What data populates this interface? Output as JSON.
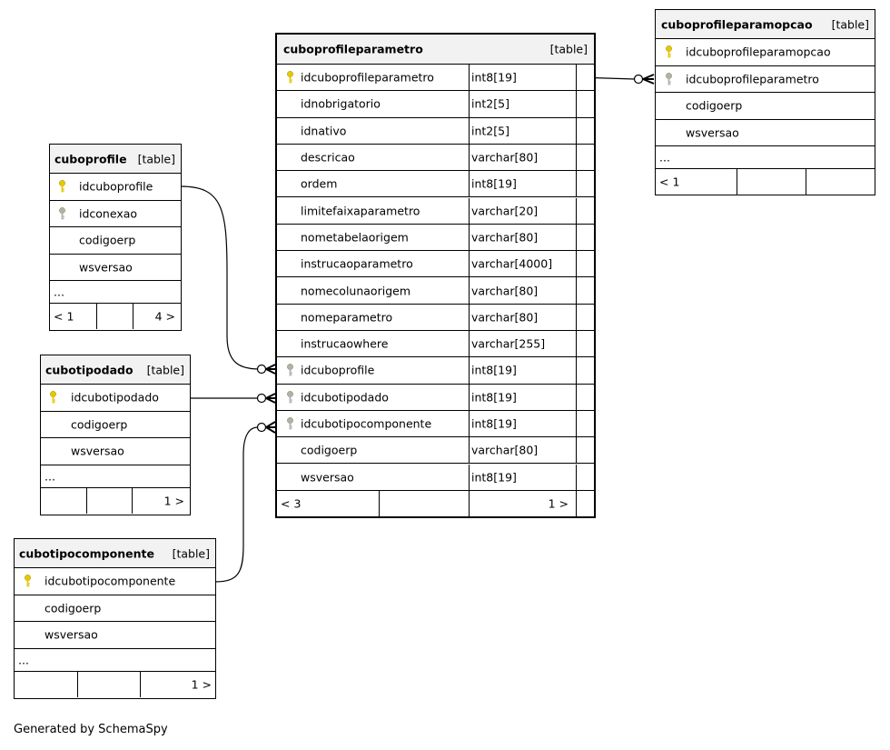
{
  "tables": {
    "main": {
      "name": "cuboprofileparametro",
      "tag": "[table]",
      "columns": [
        {
          "name": "idcuboprofileparametro",
          "type": "int8[19]",
          "key": "primary"
        },
        {
          "name": "idnobrigatorio",
          "type": "int2[5]",
          "key": "none"
        },
        {
          "name": "idnativo",
          "type": "int2[5]",
          "key": "none"
        },
        {
          "name": "descricao",
          "type": "varchar[80]",
          "key": "none"
        },
        {
          "name": "ordem",
          "type": "int8[19]",
          "key": "none"
        },
        {
          "name": "limitefaixaparametro",
          "type": "varchar[20]",
          "key": "none"
        },
        {
          "name": "nometabelaorigem",
          "type": "varchar[80]",
          "key": "none"
        },
        {
          "name": "instrucaoparametro",
          "type": "varchar[4000]",
          "key": "none"
        },
        {
          "name": "nomecolunaorigem",
          "type": "varchar[80]",
          "key": "none"
        },
        {
          "name": "nomeparametro",
          "type": "varchar[80]",
          "key": "none"
        },
        {
          "name": "instrucaowhere",
          "type": "varchar[255]",
          "key": "none"
        },
        {
          "name": "idcuboprofile",
          "type": "int8[19]",
          "key": "foreign"
        },
        {
          "name": "idcubotipodado",
          "type": "int8[19]",
          "key": "foreign"
        },
        {
          "name": "idcubotipocomponente",
          "type": "int8[19]",
          "key": "foreign"
        },
        {
          "name": "codigoerp",
          "type": "varchar[80]",
          "key": "none"
        },
        {
          "name": "wsversao",
          "type": "int8[19]",
          "key": "none"
        }
      ],
      "footer": {
        "left": "< 3",
        "middle": "",
        "right": "1 >"
      }
    },
    "opcao": {
      "name": "cuboprofileparamopcao",
      "tag": "[table]",
      "columns": [
        {
          "name": "idcuboprofileparamopcao",
          "key": "primary"
        },
        {
          "name": "idcuboprofileparametro",
          "key": "foreign"
        },
        {
          "name": "codigoerp",
          "key": "none"
        },
        {
          "name": "wsversao",
          "key": "none"
        }
      ],
      "ellipsis": "...",
      "footer": {
        "left": "< 1",
        "middle": "",
        "right": ""
      }
    },
    "profile": {
      "name": "cuboprofile",
      "tag": "[table]",
      "columns": [
        {
          "name": "idcuboprofile",
          "key": "primary"
        },
        {
          "name": "idconexao",
          "key": "foreign"
        },
        {
          "name": "codigoerp",
          "key": "none"
        },
        {
          "name": "wsversao",
          "key": "none"
        }
      ],
      "ellipsis": "...",
      "footer": {
        "left": "< 1",
        "middle": "",
        "right": "4 >"
      }
    },
    "tipodado": {
      "name": "cubotipodado",
      "tag": "[table]",
      "columns": [
        {
          "name": "idcubotipodado",
          "key": "primary"
        },
        {
          "name": "codigoerp",
          "key": "none"
        },
        {
          "name": "wsversao",
          "key": "none"
        }
      ],
      "ellipsis": "...",
      "footer": {
        "left": "",
        "middle": "",
        "right": "1 >"
      }
    },
    "tipocomponente": {
      "name": "cubotipocomponente",
      "tag": "[table]",
      "columns": [
        {
          "name": "idcubotipocomponente",
          "key": "primary"
        },
        {
          "name": "codigoerp",
          "key": "none"
        },
        {
          "name": "wsversao",
          "key": "none"
        }
      ],
      "ellipsis": "...",
      "footer": {
        "left": "",
        "middle": "",
        "right": "1 >"
      }
    }
  },
  "colors": {
    "primary_key": "#e6c800",
    "foreign_key": "#b0b0b0",
    "header_bg": "#f2f2f2"
  },
  "footer_note": "Generated by SchemaSpy"
}
